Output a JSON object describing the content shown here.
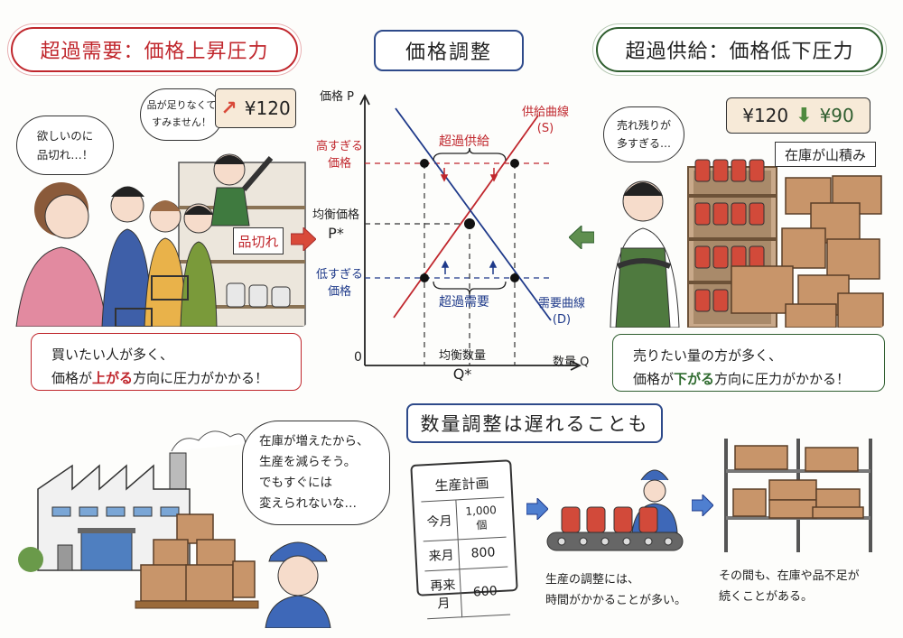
{
  "excess_demand": {
    "title": "超過需要：価格上昇圧力",
    "customer_bubble": [
      "欲しいのに",
      "品切れ…！"
    ],
    "clerk_bubble": [
      "品が足りなくて",
      "すみません！"
    ],
    "price_tag": "¥120",
    "price_arrow": "up-arrow-icon",
    "sold_out_sign": "品切れ",
    "note_line1": "買いたい人が多く、",
    "note_line2_pre": "価格が",
    "note_line2_hl": "上がる",
    "note_line2_post": "方向に圧力がかかる！",
    "accent_color": "#c0272d"
  },
  "price_adjustment": {
    "title": "価格調整"
  },
  "excess_supply": {
    "title": "超過供給：価格低下圧力",
    "clerk_bubble": [
      "売れ残りが",
      "多すぎる…"
    ],
    "price_from": "¥120",
    "price_to": "¥90",
    "price_arrow": "down-arrow-icon",
    "stock_sign": "在庫が山積み",
    "note_line1": "売りたい量の方が多く、",
    "note_line2_pre": "価格が",
    "note_line2_hl": "下がる",
    "note_line2_post": "方向に圧力がかかる！",
    "accent_color": "#2f5e2f"
  },
  "chart_data": {
    "type": "line",
    "title": "価格調整",
    "xlabel": "数量 Q",
    "ylabel": "価格 P",
    "origin_label": "0",
    "grid": false,
    "series": [
      {
        "name": "供給曲線 (S)",
        "color": "#c0272d",
        "points": [
          [
            1,
            1
          ],
          [
            9,
            9
          ]
        ]
      },
      {
        "name": "需要曲線 (D)",
        "color": "#1f3a8a",
        "points": [
          [
            1,
            9
          ],
          [
            9,
            1
          ]
        ]
      }
    ],
    "equilibrium": {
      "x": 5,
      "y": 5,
      "x_label": "均衡数量",
      "x_symbol": "Q*",
      "y_label": "均衡価格",
      "y_symbol": "P*"
    },
    "high_price": {
      "y": 7,
      "label": [
        "高すぎる",
        "価格"
      ],
      "gap_label": "超過供給",
      "color": "#c0272d",
      "qd": 3,
      "qs": 7
    },
    "low_price": {
      "y": 3,
      "label": [
        "低すぎる",
        "価格"
      ],
      "gap_label": "超過需要",
      "color": "#1f3a8a",
      "qs": 3,
      "qd": 7
    },
    "curve_labels": {
      "supply": [
        "供給曲線",
        "(S)"
      ],
      "demand": [
        "需要曲線",
        "(D)"
      ]
    }
  },
  "quantity_adjustment": {
    "title": "数量調整は遅れることも",
    "factory_bubble": [
      "在庫が増えたから、",
      "生産を減らそう。",
      "でもすぐには",
      "変えられないな…"
    ],
    "plan": {
      "title": "生産計画",
      "rows": [
        {
          "month": "今月",
          "qty": "1,000個"
        },
        {
          "month": "来月",
          "qty": "800"
        },
        {
          "month": "再来月",
          "qty": "600"
        }
      ]
    },
    "caption_production": [
      "生産の調整には、",
      "時間がかかることが多い。"
    ],
    "caption_inventory": [
      "その間も、在庫や品不足が",
      "続くことがある。"
    ]
  }
}
